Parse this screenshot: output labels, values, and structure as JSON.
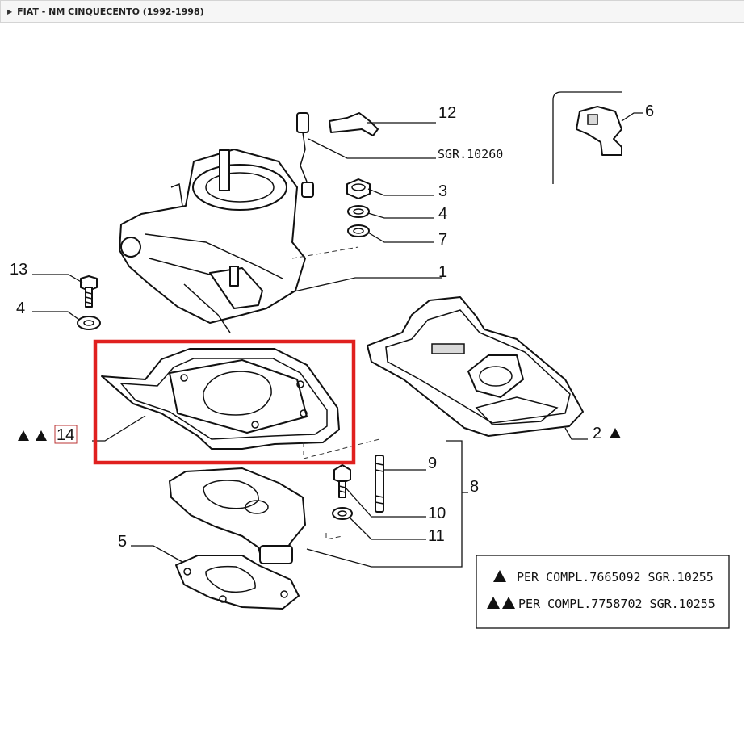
{
  "breadcrumb": {
    "title": "FIAT - NM CINQUECENTO (1992-1998)"
  },
  "callouts": {
    "c1": "1",
    "c2": "2",
    "c3": "3",
    "c4a": "4",
    "c4b": "4",
    "c5": "5",
    "c6": "6",
    "c7": "7",
    "c8": "8",
    "c9": "9",
    "c10": "10",
    "c11": "11",
    "c12": "12",
    "c13": "13",
    "c14": "14",
    "ref_sgr": "SGR.10260"
  },
  "legend": {
    "row1": "PER COMPL.7665092 SGR.10255",
    "row2": "PER COMPL.7758702 SGR.10255"
  },
  "highlight_color": "#e0201f",
  "icons": [
    "triangle-marker-icon",
    "chevron-right-icon"
  ]
}
